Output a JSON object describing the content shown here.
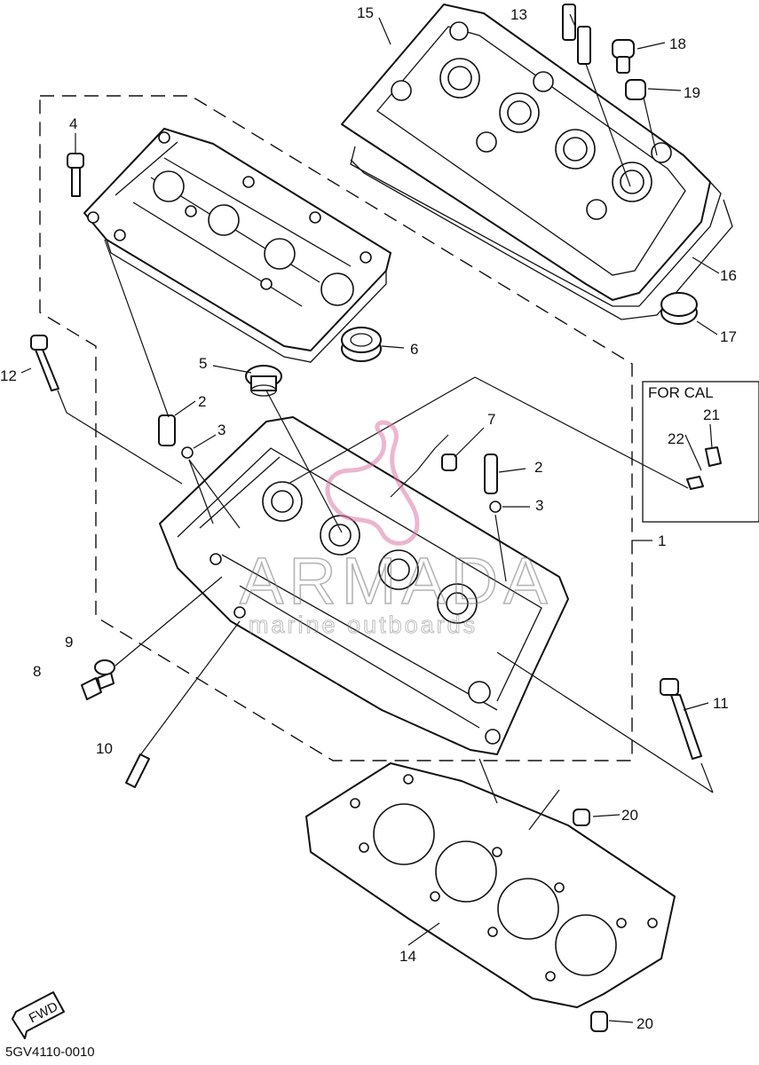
{
  "diagram": {
    "part_code": "5GV4110-0010",
    "for_cal_label": "FOR CAL",
    "fwd_label": "FWD",
    "watermark": {
      "brand": "ARMADA",
      "tagline": "marine outboards"
    },
    "callouts": {
      "c1": "1",
      "c2a": "2",
      "c2b": "2",
      "c3a": "3",
      "c3b": "3",
      "c4": "4",
      "c5": "5",
      "c6": "6",
      "c7": "7",
      "c8": "8",
      "c9": "9",
      "c10": "10",
      "c11": "11",
      "c12": "12",
      "c13": "13",
      "c14": "14",
      "c15": "15",
      "c16": "16",
      "c17": "17",
      "c18": "18",
      "c19": "19",
      "c20a": "20",
      "c20b": "20",
      "c21": "21",
      "c22": "22"
    }
  }
}
